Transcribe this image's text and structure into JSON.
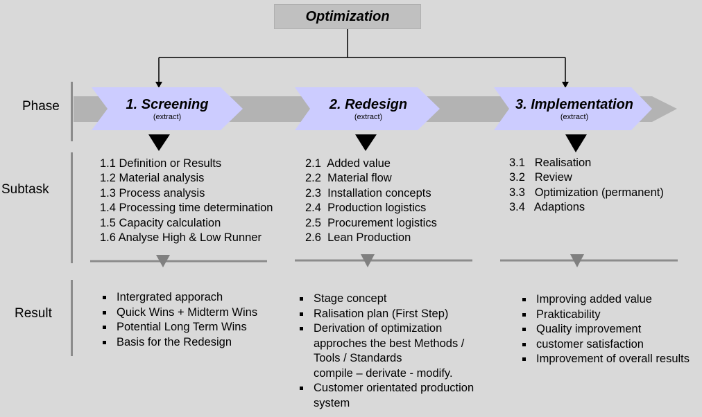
{
  "title": "Optimization",
  "row_labels": {
    "phase": "Phase",
    "subtask": "Subtask",
    "result": "Result"
  },
  "phases": [
    {
      "title": "1. Screening",
      "note": "(extract)",
      "subtasks": [
        "1.1 Definition or Results",
        "1.2 Material analysis",
        "1.3 Process analysis",
        "1.4 Processing time determination",
        "1.5 Capacity calculation",
        "1.6 Analyse High & Low Runner"
      ],
      "results": [
        "Intergrated apporach",
        "Quick Wins + Midterm Wins",
        "Potential Long Term Wins",
        "Basis for the Redesign"
      ]
    },
    {
      "title": "2. Redesign",
      "note": "(extract)",
      "subtasks": [
        "2.1  Added value",
        "2.2  Material flow",
        "2.3  Installation concepts",
        "2.4  Production logistics",
        "2.5  Procurement logistics",
        "2.6  Lean Production"
      ],
      "results": [
        "Stage concept",
        "Ralisation plan (First Step)",
        "Derivation of optimization\napproches  the best Methods /\nTools / Standards\ncompile – derivate - modify.",
        "Customer orientated production\nsystem"
      ]
    },
    {
      "title": "3. Implementation",
      "note": "(extract)",
      "subtasks": [
        "3.1   Realisation",
        "3.2   Review",
        "3.3   Optimization (permanent)",
        "3.4   Adaptions"
      ],
      "results": [
        "Improving added value",
        "Prakticability",
        "Quality improvement",
        "customer satisfaction",
        "Improvement of overall results"
      ]
    }
  ],
  "colors": {
    "background": "#d9d9d9",
    "chevron": "#ccccff",
    "band": "#b3b3b3",
    "separator": "#8c8c8c"
  }
}
